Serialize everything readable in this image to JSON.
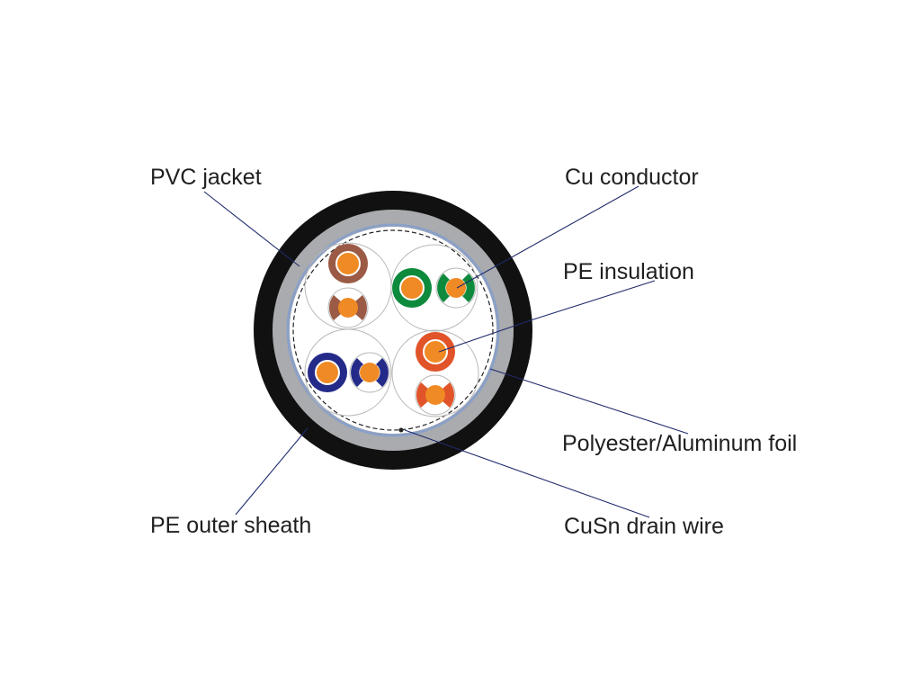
{
  "labels": {
    "pvc_jacket": "PVC jacket",
    "cu_conductor": "Cu conductor",
    "pe_insulation": "PE insulation",
    "foil": "Polyester/Aluminum foil",
    "pe_outer_sheath": "PE outer sheath",
    "drain_wire": "CuSn drain wire"
  },
  "colors": {
    "jacket": "#111111",
    "outer_sheath": "#a9abae",
    "foil": "#8aa0c8",
    "conductor": "#f08a24",
    "pair_brown": "#9b5a45",
    "pair_green": "#0e8a3c",
    "pair_orange": "#e1542a",
    "pair_blue": "#242a88",
    "leader": "#1f2a6b"
  }
}
